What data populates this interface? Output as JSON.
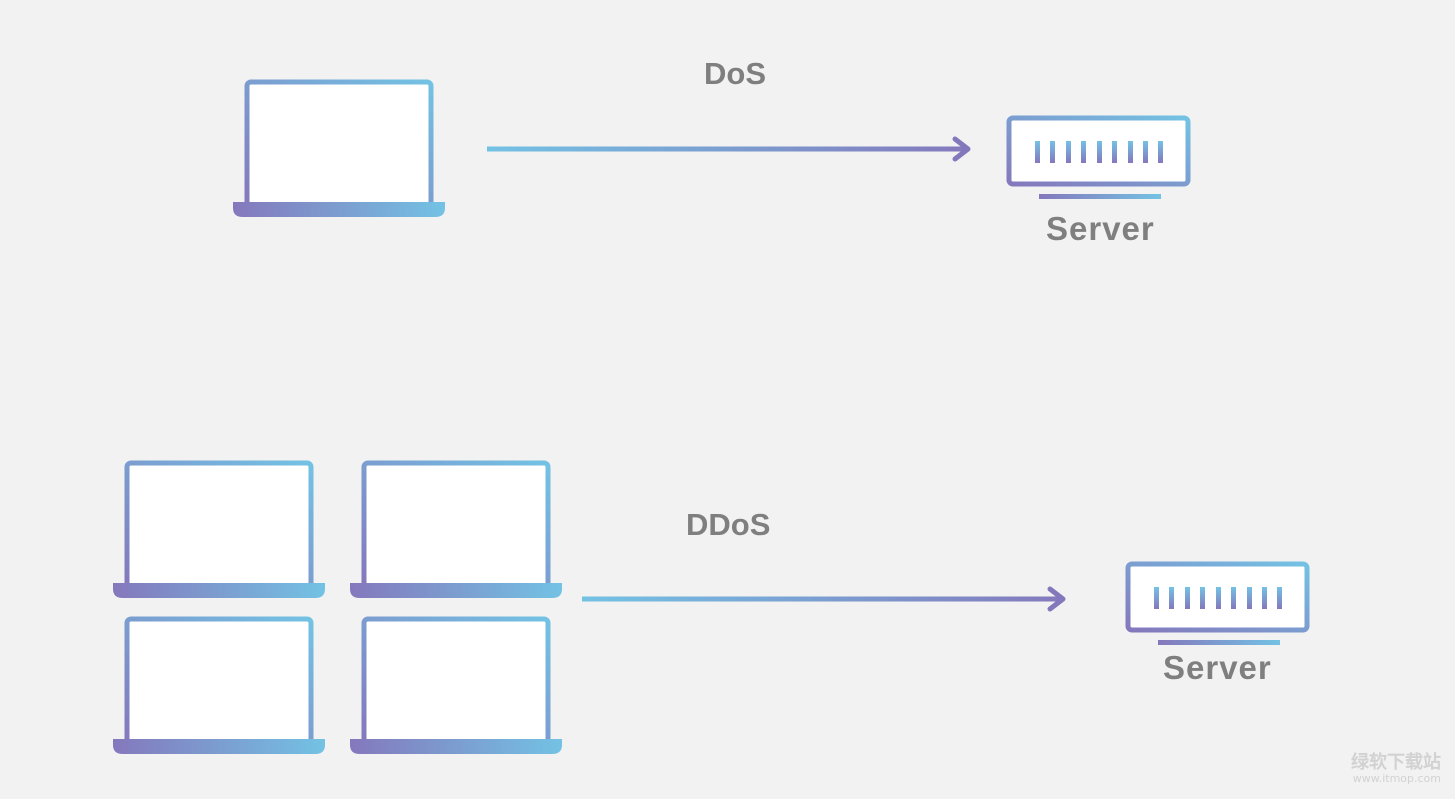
{
  "diagram": {
    "top_label": "DoS",
    "bottom_label": "DDoS",
    "server_label_top": "Server",
    "server_label_bottom": "Server"
  },
  "colors": {
    "background": "#f2f2f2",
    "gradient_purple": "#8478bc",
    "gradient_blue": "#73c2e4",
    "label_gray": "#7f7f7f",
    "screen_white": "#ffffff"
  },
  "icons": {
    "client": "laptop-icon",
    "target": "server-icon",
    "flow": "arrow-right-icon"
  },
  "watermark": {
    "main": "绿软下载站",
    "sub": "www.itmop.com"
  }
}
